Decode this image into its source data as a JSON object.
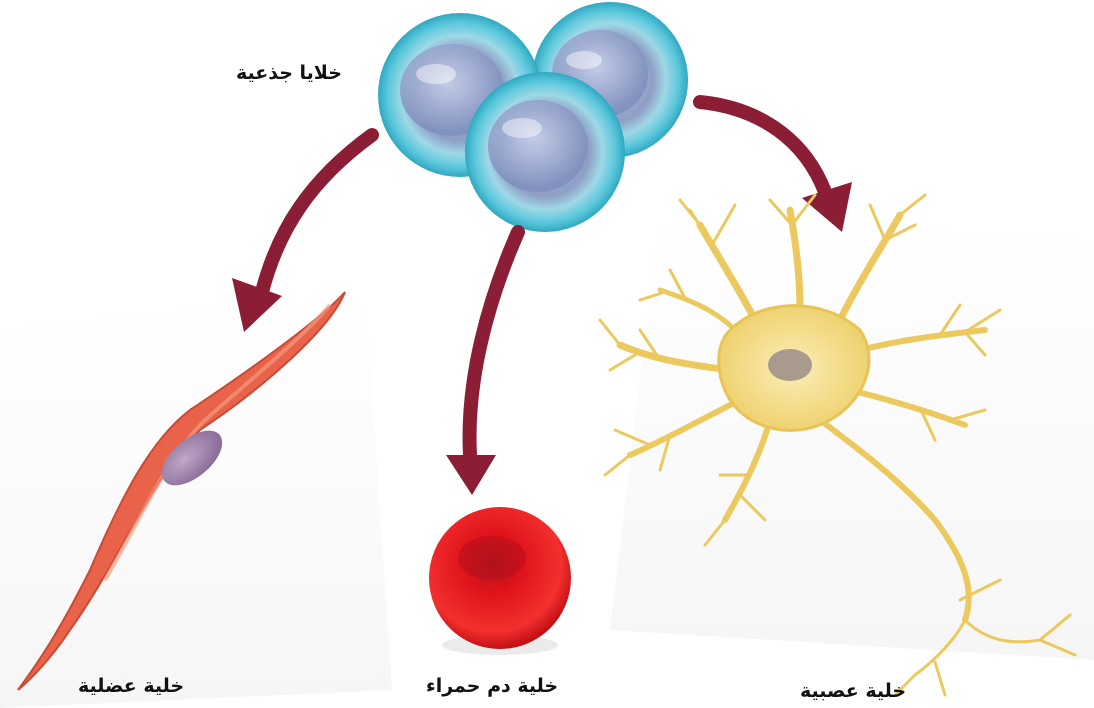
{
  "labels": {
    "stem_cells": "خلايا جذعية",
    "muscle_cell": "خلية عضلية",
    "red_blood_cell": "خلية دم حمراء",
    "nerve_cell": "خلية عصبية"
  },
  "colors": {
    "arrow": "#8b1d35",
    "stem_cell_rim": "#4fc3d9",
    "stem_cell_core": "#8f9ec6",
    "muscle": "#e8634a",
    "muscle_nucleus": "#9a7aa6",
    "blood_cell": "#e0131b",
    "neuron": "#f1d77a",
    "neuron_nucleus": "#a89a8c"
  }
}
